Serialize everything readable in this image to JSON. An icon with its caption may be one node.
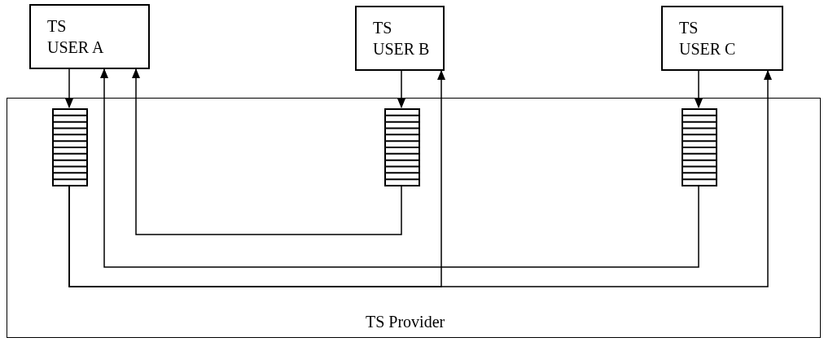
{
  "diagram": {
    "nodes": [
      {
        "text": [
          "TS",
          "USER A"
        ]
      },
      {
        "text": [
          "TS",
          "USER B"
        ]
      },
      {
        "text": [
          "TS",
          "USER C"
        ]
      },
      {
        "text": [
          "TS Provider"
        ]
      },
      {
        "text": [],
        "shape": "queue",
        "in": 3
      },
      {
        "text": [],
        "shape": "queue",
        "in": 3
      },
      {
        "text": [],
        "shape": "queue",
        "in": 3
      }
    ],
    "edges": [
      {
        "from": 0,
        "to": 4,
        "arrow": "to"
      },
      {
        "from": 1,
        "to": 5,
        "arrow": "to"
      },
      {
        "from": 2,
        "to": 6,
        "arrow": "to"
      },
      {
        "from": 5,
        "to": 0,
        "arrow": "to"
      },
      {
        "from": 6,
        "to": 0,
        "arrow": "to"
      },
      {
        "from": 4,
        "to": 1,
        "arrow": "to"
      },
      {
        "from": 4,
        "to": 2,
        "arrow": "to"
      }
    ]
  }
}
